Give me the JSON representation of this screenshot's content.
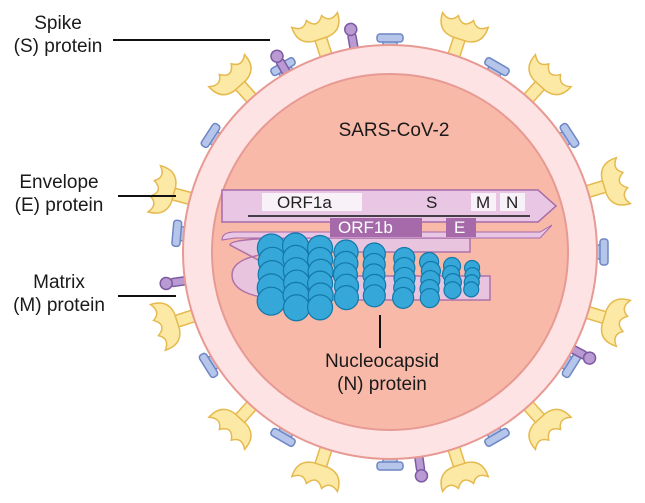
{
  "title": "SARS-CoV-2",
  "labels": {
    "spike": [
      "Spike",
      "(S) protein"
    ],
    "envelope": [
      "Envelope",
      "(E) protein"
    ],
    "matrix": [
      "Matrix",
      "(M) protein"
    ],
    "nucleocapsid": [
      "Nucleocapsid",
      "(N) protein"
    ]
  },
  "genome": {
    "orf1a": "ORF1a",
    "orf1b": "ORF1b",
    "s": "S",
    "e": "E",
    "m": "M",
    "n": "N"
  },
  "colors": {
    "membrane": "#fde3e3",
    "membrane_edge": "#e79a93",
    "interior": "#f8b9a9",
    "spike_fill": "#fde9a6",
    "spike_edge": "#e5b94d",
    "m_protein_fill": "#b6c5ea",
    "m_protein_edge": "#6d86c4",
    "e_protein_fill": "#b99ad2",
    "e_protein_edge": "#7d5aa3",
    "rna_fill": "#e8c6e4",
    "rna_dark": "#a66aaa",
    "nucleocapsid": "#35a7d8",
    "nucleocapsid_edge": "#1279aa"
  },
  "icons": [
    "spike-protein-icon",
    "envelope-protein-icon",
    "matrix-protein-icon",
    "nucleocapsid-icon",
    "rna-genome-icon"
  ]
}
